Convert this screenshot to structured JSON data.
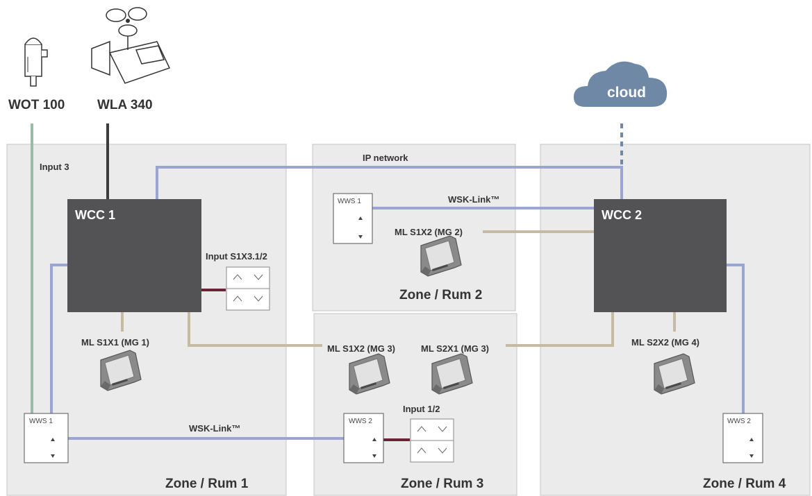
{
  "devices": {
    "wot": "WOT 100",
    "wla": "WLA 340",
    "cloud": "cloud"
  },
  "zones": {
    "z1": "Zone / Rum 1",
    "z2": "Zone / Rum 2",
    "z3": "Zone / Rum 3",
    "z4": "Zone / Rum 4"
  },
  "controllers": {
    "wcc1": "WCC 1",
    "wcc2": "WCC 2"
  },
  "labels": {
    "input3": "Input 3",
    "ip_network": "IP network",
    "wsk_link_top": "WSK-Link™",
    "wsk_link_bottom": "WSK-Link™",
    "input_s1x3": "Input S1X3.1/2",
    "ml_s1x1": "ML S1X1 (MG 1)",
    "ml_s1x2_mg2": "ML S1X2 (MG 2)",
    "ml_s1x2_mg3": "ML S1X2 (MG 3)",
    "ml_s2x1_mg3": "ML S2X1 (MG 3)",
    "ml_s2x2_mg4": "ML S2X2 (MG 4)",
    "input_12": "Input 1/2"
  },
  "wws": {
    "zone1": "WWS 1",
    "zone2": "WWS 1",
    "zone3": "WWS 2",
    "zone4": "WWS 2"
  },
  "colors": {
    "zone_bg": "#ebebeb",
    "wcc": "#535255",
    "link_blue": "#9aa5d4",
    "motor_line_tan": "#c5bba3",
    "input_green": "#99bca9",
    "input_maroon": "#6b2234",
    "cloud": "#6e88a6"
  }
}
